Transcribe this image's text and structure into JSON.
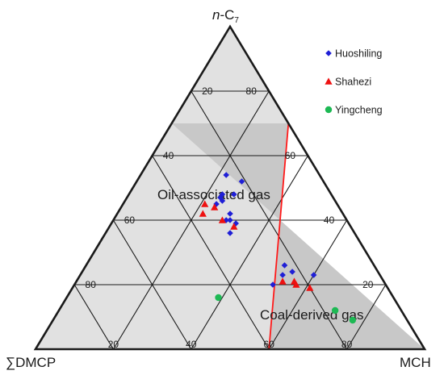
{
  "chart_data": {
    "type": "scatter",
    "subtype": "ternary",
    "vertices": {
      "top": {
        "italic": "n",
        "rest": "-C",
        "sub": "7"
      },
      "left": "∑DMCP",
      "right": "MCH"
    },
    "ticks": [
      20,
      40,
      60,
      80
    ],
    "grid": true,
    "regions": [
      {
        "label": "Oil-associated gas",
        "fill": "#e1e1e1"
      },
      {
        "label": "Coal-derived gas",
        "fill": "#c8c8c8"
      }
    ],
    "boundary_color": "#ff1a1a",
    "legend": {
      "placement": "top-right"
    },
    "series": [
      {
        "name": "Huoshiling",
        "marker": "diamond",
        "color": "#1f1fd6",
        "points": [
          [
            36,
            32,
            32
          ],
          [
            39,
            29,
            32
          ],
          [
            40,
            30,
            30
          ],
          [
            40,
            31,
            29
          ],
          [
            42,
            29,
            29
          ],
          [
            45,
            31,
            24
          ],
          [
            46,
            29,
            25
          ],
          [
            47,
            29,
            24
          ],
          [
            48,
            28,
            24
          ],
          [
            48,
            25,
            27
          ],
          [
            54,
            24,
            22
          ],
          [
            52,
            21,
            27
          ],
          [
            20,
            29,
            51
          ],
          [
            24,
            22,
            54
          ],
          [
            23,
            25,
            52
          ],
          [
            26,
            23,
            51
          ],
          [
            23,
            17,
            60
          ]
        ]
      },
      {
        "name": "Shahezi",
        "marker": "triangle",
        "color": "#ee1111",
        "points": [
          [
            38,
            30,
            32
          ],
          [
            40,
            32,
            28
          ],
          [
            44,
            32,
            24
          ],
          [
            45,
            34,
            21
          ],
          [
            42,
            36,
            22
          ],
          [
            21,
            23,
            56
          ],
          [
            20,
            23,
            57
          ],
          [
            21,
            26,
            53
          ],
          [
            19,
            20,
            61
          ]
        ]
      },
      {
        "name": "Yingcheng",
        "marker": "circle",
        "color": "#1db954",
        "points": [
          [
            16,
            45,
            39
          ],
          [
            12,
            17,
            71
          ],
          [
            9,
            14,
            77
          ]
        ]
      }
    ]
  }
}
